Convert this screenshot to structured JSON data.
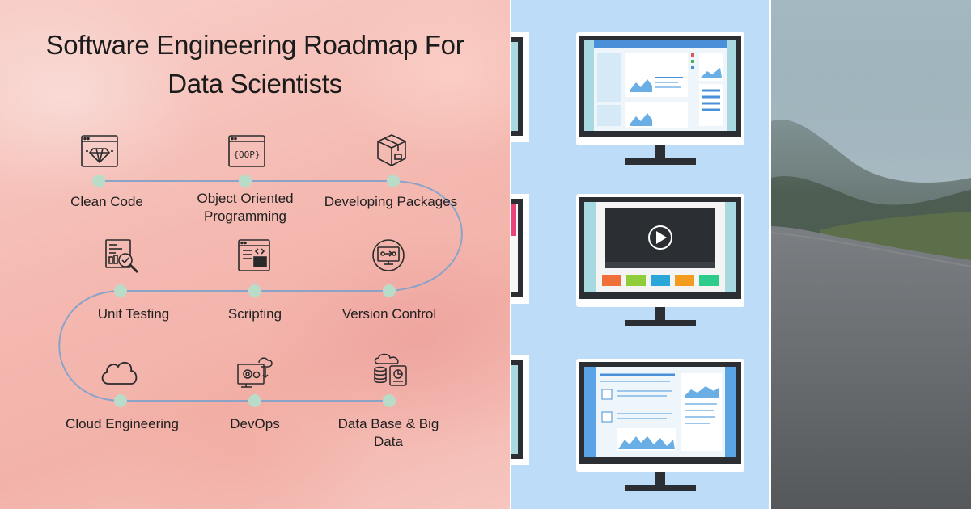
{
  "roadmap": {
    "title_line1": "Software Engineering Roadmap For",
    "title_line2": "Data Scientists",
    "colors": {
      "path_line": "#8ba3c9",
      "node_dot": "#b9dcc9",
      "ink": "#2a2a2a"
    },
    "nodes": [
      {
        "label": "Clean Code",
        "icon": "diamond-window-icon"
      },
      {
        "label": "Object Oriented Programming",
        "icon": "oop-window-icon"
      },
      {
        "label": "Developing Packages",
        "icon": "package-box-icon"
      },
      {
        "label": "Unit Testing",
        "icon": "test-magnifier-icon"
      },
      {
        "label": "Scripting",
        "icon": "script-window-icon"
      },
      {
        "label": "Version Control",
        "icon": "version-control-monitor-icon"
      },
      {
        "label": "Cloud Engineering",
        "icon": "cloud-icon"
      },
      {
        "label": "DevOps",
        "icon": "devops-gears-icon"
      },
      {
        "label": "Data Base & Big Data",
        "icon": "database-tablet-icon"
      }
    ]
  },
  "monitors_panel": {
    "colors": {
      "background": "#bcdcf7",
      "bezel": "#2b2f33",
      "screen": "#a8d8e0",
      "accent": "#4a90d9"
    },
    "play_button_icon": "play-icon"
  },
  "road_panel": {
    "colors": {
      "sky": "#9db1ba",
      "road": "#6a6e72",
      "grass": "#5d6f4a"
    }
  }
}
